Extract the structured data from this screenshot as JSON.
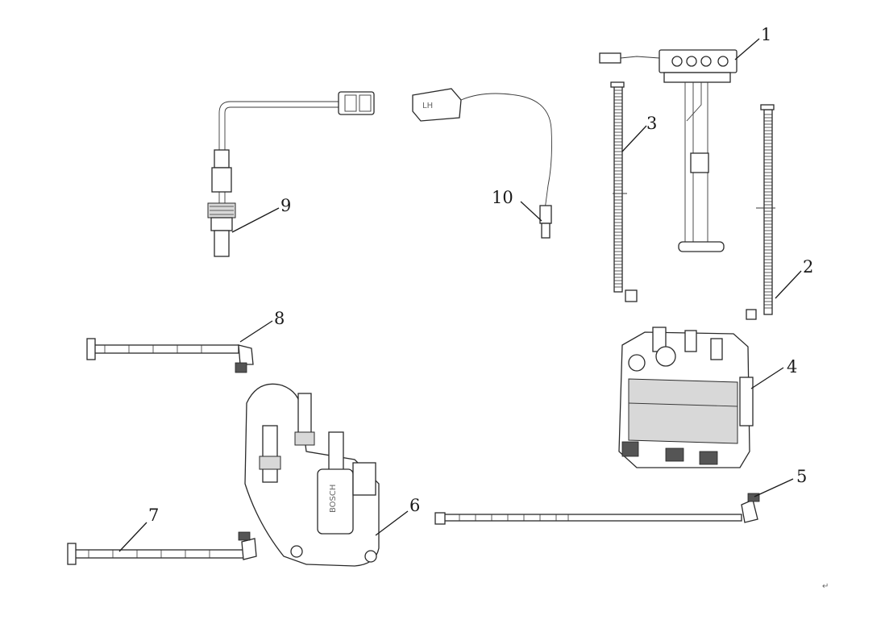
{
  "callouts": [
    {
      "id": "1",
      "label": "1"
    },
    {
      "id": "2",
      "label": "2"
    },
    {
      "id": "3",
      "label": "3"
    },
    {
      "id": "4",
      "label": "4"
    },
    {
      "id": "5",
      "label": "5"
    },
    {
      "id": "6",
      "label": "6"
    },
    {
      "id": "7",
      "label": "7"
    },
    {
      "id": "8",
      "label": "8"
    },
    {
      "id": "9",
      "label": "9"
    },
    {
      "id": "10",
      "label": "10"
    }
  ],
  "corner_mark": "↵"
}
